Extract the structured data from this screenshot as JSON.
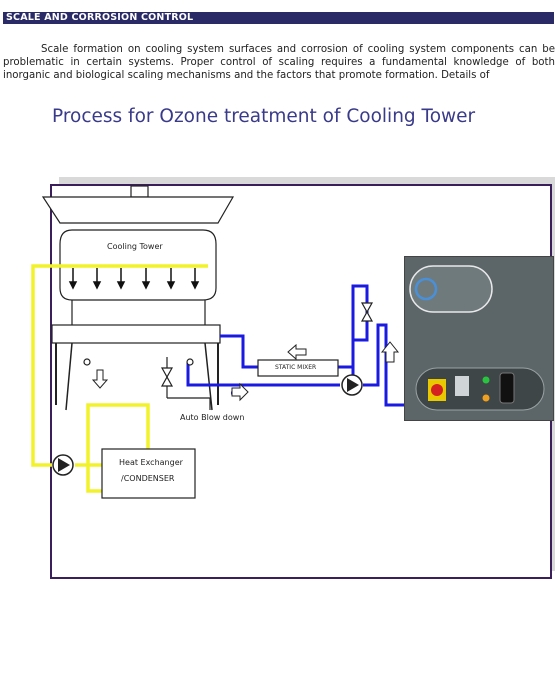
{
  "header": {
    "title": "SCALE AND CORROSION CONTROL"
  },
  "intro": {
    "paragraph": "Scale formation on cooling system surfaces and corrosion of cooling system components can be problematic in certain systems. Proper control of scaling requires a fundamental knowledge of both inorganic and biological scaling mechanisms and the factors that promote formation. Details of"
  },
  "diagram": {
    "title": "Process for Ozone treatment of Cooling Tower",
    "labels": {
      "cooling_tower": "Cooling Tower",
      "static_mixer": "STATIC MIXER",
      "auto_blow_down": "Auto Blow down",
      "heat_exchanger_line1": "Heat Exchanger",
      "heat_exchanger_line2": "/CONDENSER"
    },
    "colors": {
      "frame": "#3a1f5a",
      "header_bar": "#2a2a66",
      "title": "#3a3a8a",
      "blue_line": "#1a1ae0",
      "yellow_line": "#f2f22a",
      "ozone_panel": "#5c6568"
    }
  }
}
